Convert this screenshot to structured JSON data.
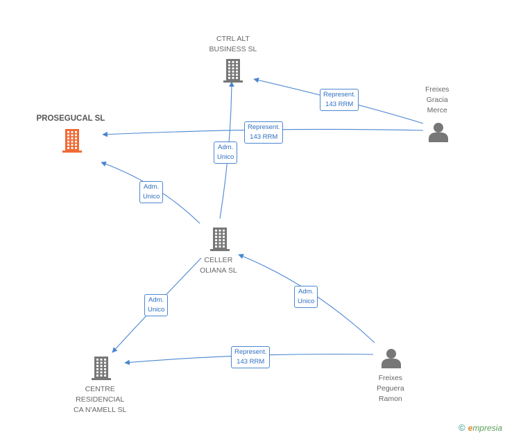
{
  "colors": {
    "edge": "#4a86d0",
    "company": "#777777",
    "highlight": "#f06a35",
    "person": "#777777"
  },
  "nodes": [
    {
      "id": "ctrl",
      "type": "company",
      "icon": "building-icon",
      "label": [
        "CTRL ALT",
        "BUSINESS SL"
      ]
    },
    {
      "id": "prose",
      "type": "company",
      "icon": "building-icon",
      "highlight": true,
      "label": [
        "PROSEGUCAL SL"
      ]
    },
    {
      "id": "celler",
      "type": "company",
      "icon": "building-icon",
      "label": [
        "CELLER",
        "OLIANA SL"
      ]
    },
    {
      "id": "centre",
      "type": "company",
      "icon": "building-icon",
      "label": [
        "CENTRE",
        "RESIDENCIAL",
        "CA N'AMELL SL"
      ]
    },
    {
      "id": "merce",
      "type": "person",
      "icon": "person-icon",
      "label": [
        "Freixes",
        "Gracia",
        "Merce"
      ]
    },
    {
      "id": "ramon",
      "type": "person",
      "icon": "person-icon",
      "label": [
        "Freixes",
        "Peguera",
        "Ramon"
      ]
    }
  ],
  "edges": [
    {
      "from": "merce",
      "to": "ctrl",
      "label": [
        "Represent.",
        "143 RRM"
      ]
    },
    {
      "from": "merce",
      "to": "prose",
      "label": [
        "Represent.",
        "143 RRM"
      ]
    },
    {
      "from": "celler",
      "to": "ctrl",
      "label": [
        "Adm.",
        "Unico"
      ]
    },
    {
      "from": "celler",
      "to": "prose",
      "label": [
        "Adm.",
        "Unico"
      ]
    },
    {
      "from": "celler",
      "to": "centre",
      "label": [
        "Adm.",
        "Unico"
      ]
    },
    {
      "from": "ramon",
      "to": "celler",
      "label": [
        "Adm.",
        "Unico"
      ]
    },
    {
      "from": "ramon",
      "to": "centre",
      "label": [
        "Represent.",
        "143 RRM"
      ]
    }
  ],
  "footer": {
    "copyright": "©",
    "brand_e": "e",
    "brand_rest": "mpresia"
  }
}
